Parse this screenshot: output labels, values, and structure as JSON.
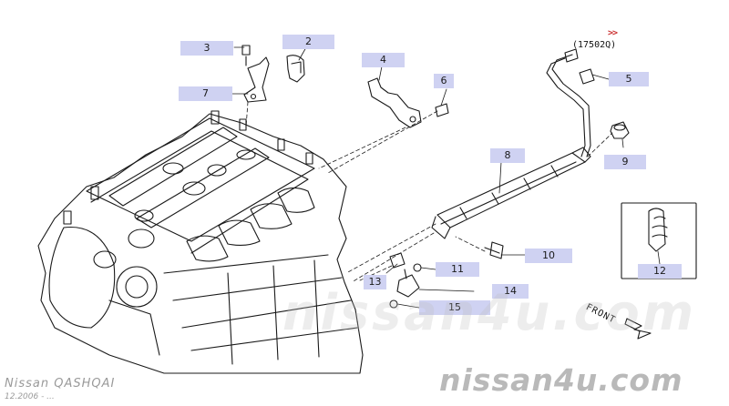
{
  "diagram": {
    "ref_code": "(17502Q)",
    "ref_arrow": ">>",
    "front_label": "FRONT",
    "watermark_mid": "nissan4u.com",
    "brand": "nissan4u.com",
    "model": "Nissan QASHQAI",
    "date": "12.2006 - ..."
  },
  "callouts": [
    {
      "number": "3"
    },
    {
      "number": "2"
    },
    {
      "number": "7"
    },
    {
      "number": "4"
    },
    {
      "number": "6"
    },
    {
      "number": "5"
    },
    {
      "number": "8"
    },
    {
      "number": "9"
    },
    {
      "number": "10"
    },
    {
      "number": "11"
    },
    {
      "number": "13"
    },
    {
      "number": "14"
    },
    {
      "number": "15"
    },
    {
      "number": "12"
    }
  ],
  "colors": {
    "callout_bg": "#cfd2f2",
    "line": "#1a1a1a",
    "watermark": "#b9b9b9"
  }
}
